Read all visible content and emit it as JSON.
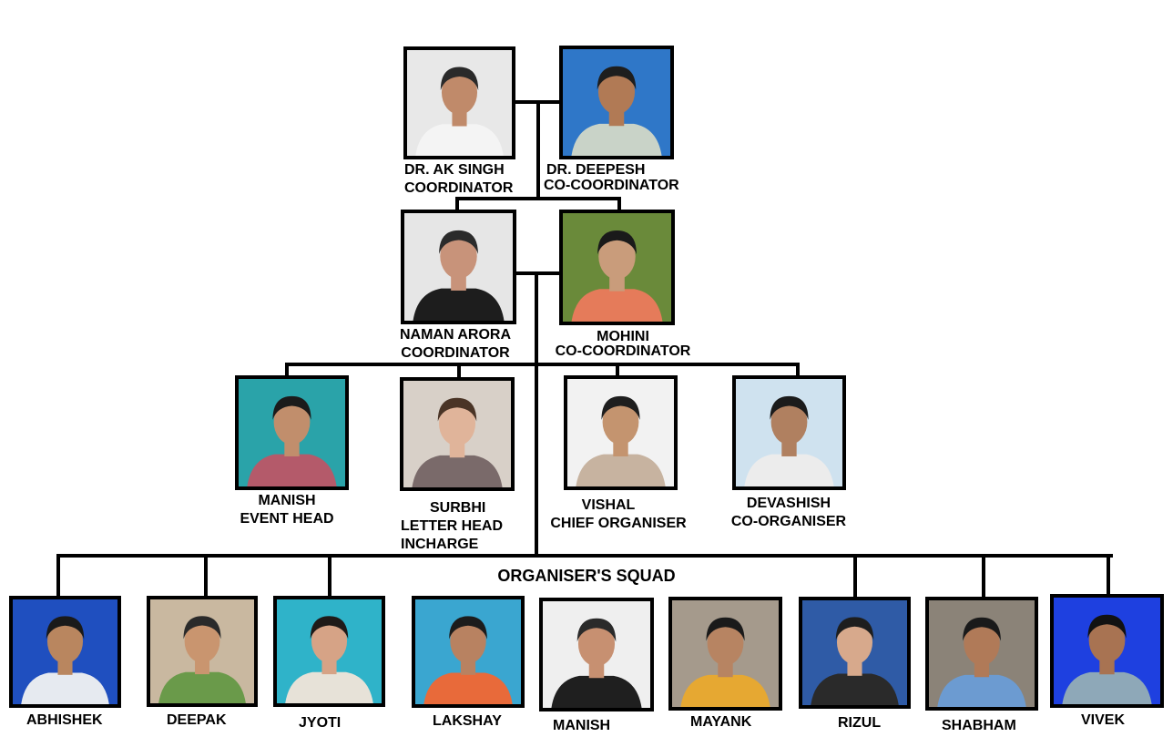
{
  "colors": {
    "line": "#000000",
    "background": "#ffffff"
  },
  "level1": [
    {
      "name": "DR. AK SINGH",
      "role": "COORDINATOR",
      "bg": "#e8e8e8",
      "skin": "#c08a6a",
      "hair": "#2a2a2a",
      "shirt": "#f4f4f4"
    },
    {
      "name": "DR. DEEPESH",
      "role": "CO-COORDINATOR",
      "bg": "#2f77c8",
      "skin": "#b17a55",
      "hair": "#1e1e1e",
      "shirt": "#c9d3c8"
    }
  ],
  "level2": [
    {
      "name": "NAMAN ARORA",
      "role": "COORDINATOR",
      "bg": "#e6e6e6",
      "skin": "#c8937a",
      "hair": "#2b2b2b",
      "shirt": "#1d1d1d"
    },
    {
      "name": "MOHINI",
      "role": "CO-COORDINATOR",
      "bg": "#6a8a3a",
      "skin": "#c99c7b",
      "hair": "#1a1a1a",
      "shirt": "#e57b5a"
    }
  ],
  "level3": [
    {
      "name": "MANISH",
      "role": "EVENT HEAD",
      "bg": "#2aa3a9",
      "skin": "#c18e6c",
      "hair": "#1b1b1b",
      "shirt": "#b45a6a"
    },
    {
      "name": "SURBHI",
      "role": "LETTER HEAD",
      "role2": "INCHARGE",
      "bg": "#d8d0c8",
      "skin": "#e0b49a",
      "hair": "#4a3426",
      "shirt": "#7a6a6a"
    },
    {
      "name": "VISHAL",
      "role": "CHIEF ORGANISER",
      "bg": "#f2f2f2",
      "skin": "#c4946f",
      "hair": "#1e1e1e",
      "shirt": "#c7b3a0"
    },
    {
      "name": "DEVASHISH",
      "role": "CO-ORGANISER",
      "bg": "#cfe2ef",
      "skin": "#b08060",
      "hair": "#1b1b1b",
      "shirt": "#ececec"
    }
  ],
  "squad_title": "ORGANISER'S SQUAD",
  "squad": [
    {
      "name": "ABHISHEK",
      "bg": "#1f4fbf",
      "skin": "#b9865f",
      "hair": "#1a1a1a",
      "shirt": "#e6eaf0"
    },
    {
      "name": "DEEPAK",
      "bg": "#c9b8a0",
      "skin": "#c9956f",
      "hair": "#2a2a2a",
      "shirt": "#6a9a4a"
    },
    {
      "name": "JYOTI",
      "bg": "#2fb3c9",
      "skin": "#d6a386",
      "hair": "#1f1a18",
      "shirt": "#e7e2d8"
    },
    {
      "name": "LAKSHAY",
      "bg": "#3aa6d0",
      "skin": "#b88261",
      "hair": "#1c1c1c",
      "shirt": "#e86a3a"
    },
    {
      "name": "MANISH",
      "bg": "#efefef",
      "skin": "#c79071",
      "hair": "#2a2a2a",
      "shirt": "#1f1f1f"
    },
    {
      "name": "MAYANK",
      "bg": "#a59a8c",
      "skin": "#b78462",
      "hair": "#1a1a1a",
      "shirt": "#e6a832"
    },
    {
      "name": "RIZUL",
      "bg": "#2f5ba6",
      "skin": "#d7a98c",
      "hair": "#1e1e1e",
      "shirt": "#2a2a2a"
    },
    {
      "name": "SHABHAM",
      "bg": "#8b8378",
      "skin": "#b07a58",
      "hair": "#1a1a1a",
      "shirt": "#6c9bd1"
    },
    {
      "name": "VIVEK",
      "bg": "#1e40e0",
      "skin": "#a87352",
      "hair": "#121212",
      "shirt": "#8ea8b8"
    }
  ]
}
